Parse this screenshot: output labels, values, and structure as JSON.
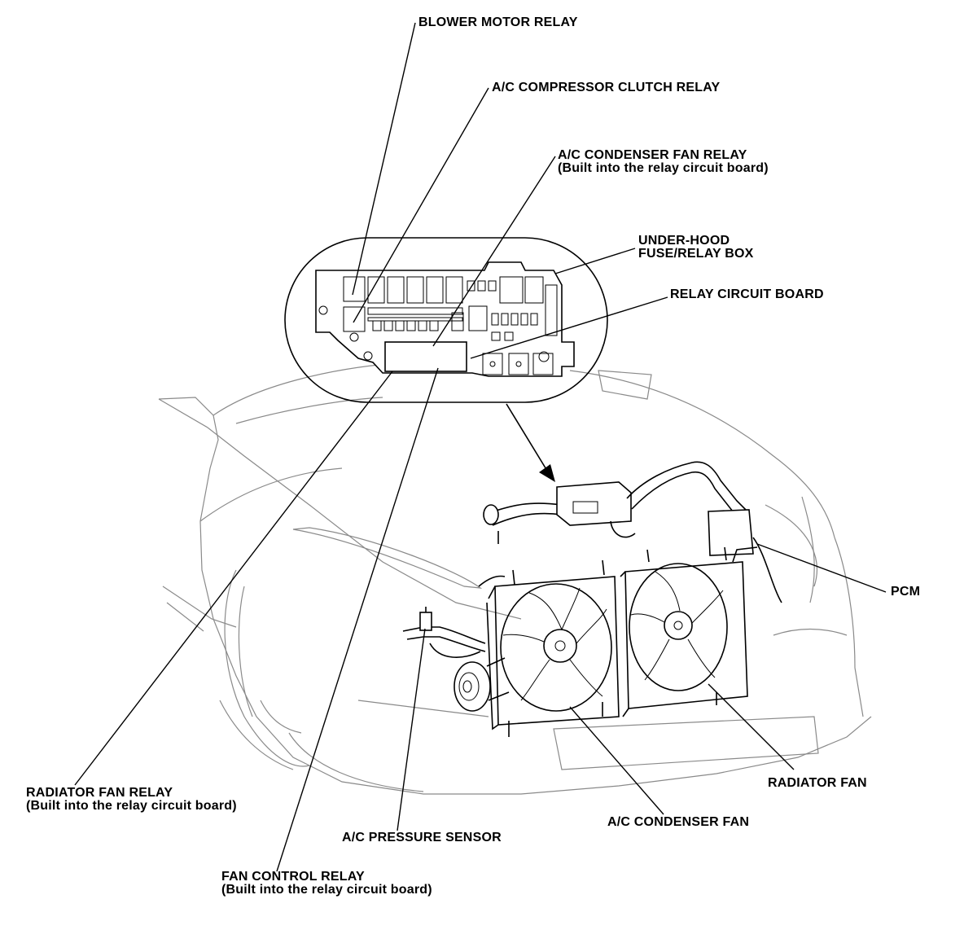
{
  "labels": {
    "blower_motor_relay": "BLOWER MOTOR RELAY",
    "ac_compressor_clutch_relay": "A/C COMPRESSOR CLUTCH RELAY",
    "ac_condenser_fan_relay": "A/C CONDENSER FAN RELAY",
    "ac_condenser_fan_relay_note": "(Built into the relay circuit board)",
    "under_hood_line1": "UNDER-HOOD",
    "under_hood_line2": "FUSE/RELAY BOX",
    "relay_circuit_board": "RELAY CIRCUIT BOARD",
    "pcm": "PCM",
    "radiator_fan_relay": "RADIATOR FAN RELAY",
    "radiator_fan_relay_note": "(Built into the relay circuit board)",
    "ac_pressure_sensor": "A/C PRESSURE SENSOR",
    "ac_condenser_fan": "A/C CONDENSER FAN",
    "radiator_fan": "RADIATOR FAN",
    "fan_control_relay": "FAN CONTROL RELAY",
    "fan_control_relay_note": "(Built into the relay circuit board)"
  }
}
